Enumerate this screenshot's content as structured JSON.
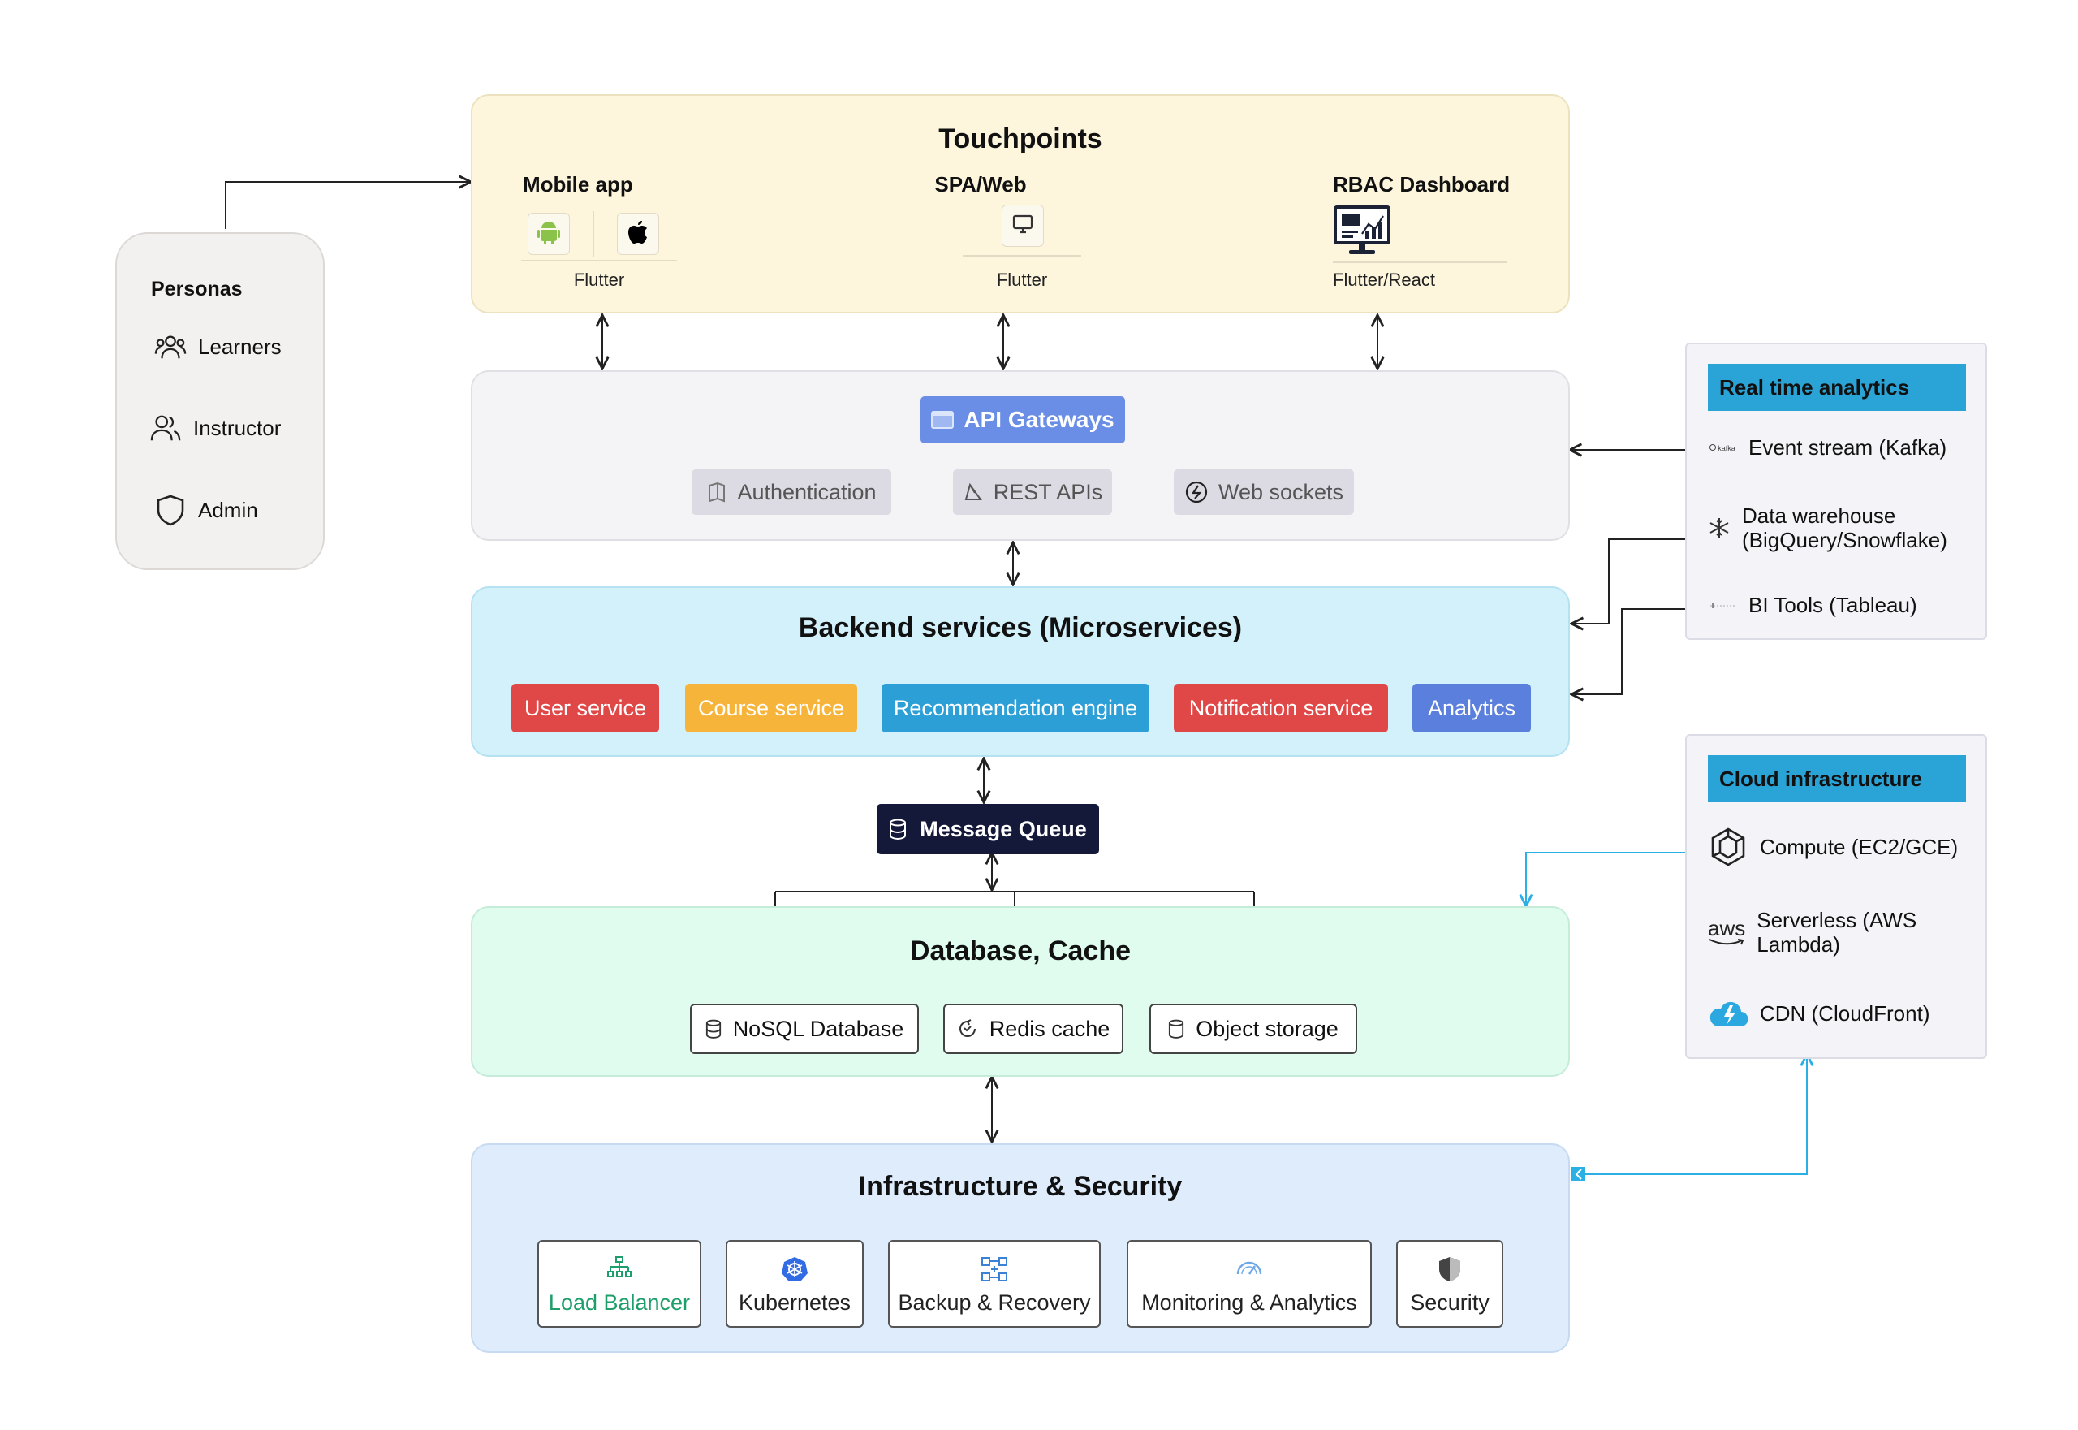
{
  "touchpoints": {
    "title": "Touchpoints",
    "mobile": {
      "label": "Mobile app",
      "tech": "Flutter"
    },
    "web": {
      "label": "SPA/Web",
      "tech": "Flutter"
    },
    "rbac": {
      "label": "RBAC Dashboard",
      "tech": "Flutter/React"
    }
  },
  "personas": {
    "title": "Personas",
    "items": [
      "Learners",
      "Instructor",
      "Admin"
    ]
  },
  "gateway": {
    "title": "API Gateways",
    "items": [
      "Authentication",
      "REST APIs",
      "Web sockets"
    ]
  },
  "backend": {
    "title": "Backend services (Microservices)",
    "services": [
      "User service",
      "Course service",
      "Recommendation engine",
      "Notification service",
      "Analytics"
    ],
    "colors": [
      "#e04848",
      "#f7b43a",
      "#2c9fd6",
      "#e04848",
      "#5b7fdc"
    ]
  },
  "queue": {
    "label": "Message Queue"
  },
  "database": {
    "title": "Database, Cache",
    "items": [
      "NoSQL Database",
      "Redis cache",
      "Object storage"
    ]
  },
  "infrastructure": {
    "title": "Infrastructure & Security",
    "items": [
      "Load Balancer",
      "Kubernetes",
      "Backup & Recovery",
      "Monitoring & Analytics",
      "Security"
    ]
  },
  "analytics_panel": {
    "title": "Real time analytics",
    "items": [
      "Event stream (Kafka)",
      "Data warehouse (BigQuery/Snowflake)",
      "BI Tools (Tableau)"
    ]
  },
  "cloud_panel": {
    "title": "Cloud infrastructure",
    "items": [
      "Compute (EC2/GCE)",
      "Serverless (AWS Lambda)",
      "CDN (CloudFront)"
    ]
  },
  "logo_text": {
    "aws": "aws",
    "kafka": "kafka"
  },
  "colors": {
    "touchpoints_bg": "#fdf6dd",
    "gateway_bg": "#f4f4f6",
    "backend_bg": "#d3f1fb",
    "database_bg": "#e0fcef",
    "infra_bg": "#deecfb",
    "gateway_chip": "#6a8de6",
    "queue_bg": "#14193a",
    "side_header": "#2aa3d6",
    "cyan_link": "#2bb0e6"
  }
}
